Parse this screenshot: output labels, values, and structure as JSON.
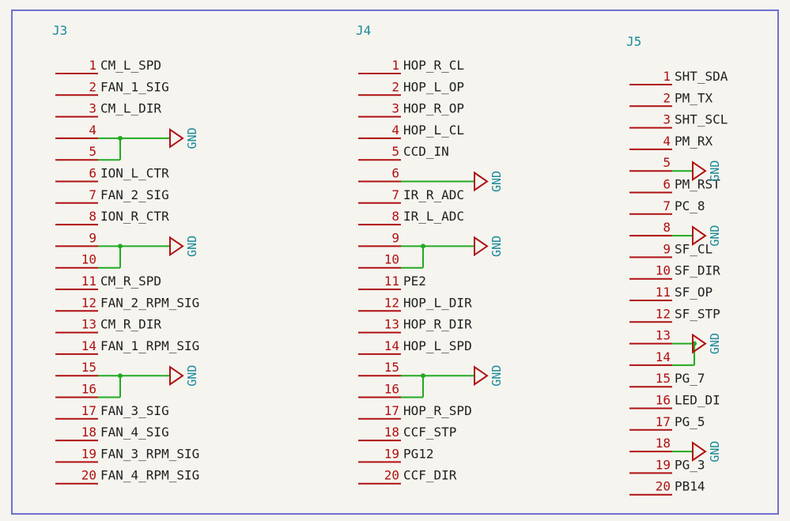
{
  "connectors": [
    {
      "ref": "J3",
      "pins": [
        {
          "num": "1",
          "net": "CM_L_SPD"
        },
        {
          "num": "2",
          "net": "FAN_1_SIG"
        },
        {
          "num": "3",
          "net": "CM_L_DIR"
        },
        {
          "num": "4",
          "net": ""
        },
        {
          "num": "5",
          "net": ""
        },
        {
          "num": "6",
          "net": "ION_L_CTR"
        },
        {
          "num": "7",
          "net": "FAN_2_SIG"
        },
        {
          "num": "8",
          "net": "ION_R_CTR"
        },
        {
          "num": "9",
          "net": ""
        },
        {
          "num": "10",
          "net": ""
        },
        {
          "num": "11",
          "net": "CM_R_SPD"
        },
        {
          "num": "12",
          "net": "FAN_2_RPM_SIG"
        },
        {
          "num": "13",
          "net": "CM_R_DIR"
        },
        {
          "num": "14",
          "net": "FAN_1_RPM_SIG"
        },
        {
          "num": "15",
          "net": ""
        },
        {
          "num": "16",
          "net": ""
        },
        {
          "num": "17",
          "net": "FAN_3_SIG"
        },
        {
          "num": "18",
          "net": "FAN_4_SIG"
        },
        {
          "num": "19",
          "net": "FAN_3_RPM_SIG"
        },
        {
          "num": "20",
          "net": "FAN_4_RPM_SIG"
        }
      ],
      "gnd_groups": [
        [
          4,
          5
        ],
        [
          9,
          10
        ],
        [
          15,
          16
        ]
      ]
    },
    {
      "ref": "J4",
      "pins": [
        {
          "num": "1",
          "net": "HOP_R_CL"
        },
        {
          "num": "2",
          "net": "HOP_L_OP"
        },
        {
          "num": "3",
          "net": "HOP_R_OP"
        },
        {
          "num": "4",
          "net": "HOP_L_CL"
        },
        {
          "num": "5",
          "net": "CCD_IN"
        },
        {
          "num": "6",
          "net": ""
        },
        {
          "num": "7",
          "net": "IR_R_ADC"
        },
        {
          "num": "8",
          "net": "IR_L_ADC"
        },
        {
          "num": "9",
          "net": ""
        },
        {
          "num": "10",
          "net": ""
        },
        {
          "num": "11",
          "net": "PE2"
        },
        {
          "num": "12",
          "net": "HOP_L_DIR"
        },
        {
          "num": "13",
          "net": "HOP_R_DIR"
        },
        {
          "num": "14",
          "net": "HOP_L_SPD"
        },
        {
          "num": "15",
          "net": ""
        },
        {
          "num": "16",
          "net": ""
        },
        {
          "num": "17",
          "net": "HOP_R_SPD"
        },
        {
          "num": "18",
          "net": "CCF_STP"
        },
        {
          "num": "19",
          "net": "PG12"
        },
        {
          "num": "20",
          "net": "CCF_DIR"
        }
      ],
      "gnd_groups": [
        [
          6
        ],
        [
          9,
          10
        ],
        [
          15,
          16
        ]
      ]
    },
    {
      "ref": "J5",
      "pins": [
        {
          "num": "1",
          "net": "SHT_SDA"
        },
        {
          "num": "2",
          "net": "PM_TX"
        },
        {
          "num": "3",
          "net": "SHT_SCL"
        },
        {
          "num": "4",
          "net": "PM_RX"
        },
        {
          "num": "5",
          "net": ""
        },
        {
          "num": "6",
          "net": "PM_RST"
        },
        {
          "num": "7",
          "net": "PC_8"
        },
        {
          "num": "8",
          "net": ""
        },
        {
          "num": "9",
          "net": "SF_CL"
        },
        {
          "num": "10",
          "net": "SF_DIR"
        },
        {
          "num": "11",
          "net": "SF_OP"
        },
        {
          "num": "12",
          "net": "SF_STP"
        },
        {
          "num": "13",
          "net": ""
        },
        {
          "num": "14",
          "net": ""
        },
        {
          "num": "15",
          "net": "PG_7"
        },
        {
          "num": "16",
          "net": "LED_DI"
        },
        {
          "num": "17",
          "net": "PG_5"
        },
        {
          "num": "18",
          "net": ""
        },
        {
          "num": "19",
          "net": "PG_3"
        },
        {
          "num": "20",
          "net": "PB14"
        }
      ],
      "gnd_groups": [
        [
          5
        ],
        [
          8
        ],
        [
          13,
          14
        ],
        [
          18
        ]
      ]
    }
  ],
  "gnd_label": "GND",
  "colors": {
    "pin": "#b01010",
    "wire": "#22aa22",
    "ref": "#1a8a9a",
    "power": "#b01010",
    "frame": "#7070d0",
    "background": "#f5f4ef"
  }
}
